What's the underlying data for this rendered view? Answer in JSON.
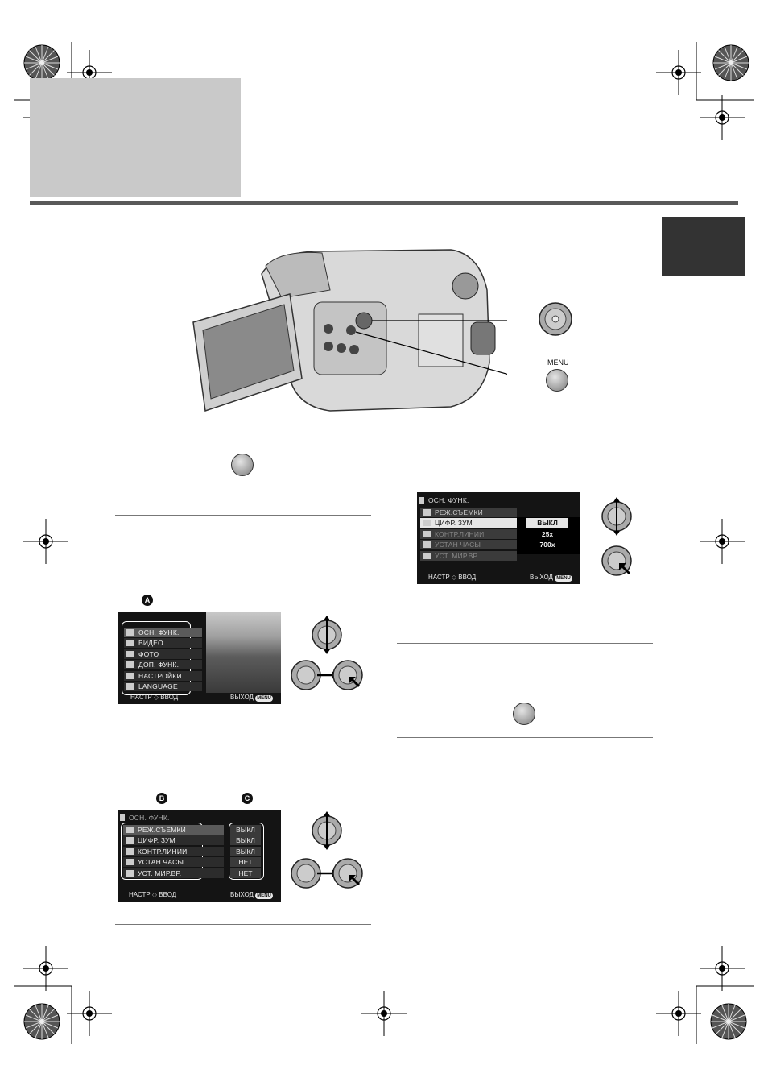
{
  "camera": {
    "menu_label": "MENU"
  },
  "markers": {
    "a": "A",
    "b": "B",
    "c": "C"
  },
  "screen_top_menu": {
    "items": [
      {
        "icon": "wrench-icon",
        "label": "ОСН. ФУНК."
      },
      {
        "icon": "video-icon",
        "label": "ВИДЕО"
      },
      {
        "icon": "camera-icon",
        "label": "ФОТО"
      },
      {
        "icon": "advanced-icon",
        "label": "ДОП. ФУНК."
      },
      {
        "icon": "setup-icon",
        "label": "НАСТРОЙКИ"
      },
      {
        "icon": "language-icon",
        "label": "LANGUAGE"
      }
    ],
    "footer_left": "НАСТР",
    "footer_enter": "ВВОД",
    "footer_exit": "ВЫХОД",
    "footer_menu_badge": "MENU"
  },
  "screen_submenu": {
    "header": "ОСН. ФУНК.",
    "items": [
      {
        "icon": "scn-icon",
        "label": "РЕЖ.СЪЕМКИ",
        "value": "ВЫКЛ"
      },
      {
        "icon": "zoom-icon",
        "label": "ЦИФР. ЗУМ",
        "value": "ВЫКЛ"
      },
      {
        "icon": "grid-icon",
        "label": "КОНТР.ЛИНИИ",
        "value": "ВЫКЛ"
      },
      {
        "icon": "clock-icon",
        "label": "УСТАН ЧАСЫ",
        "value": "НЕТ"
      },
      {
        "icon": "globe-icon",
        "label": "УСТ. МИР.ВР.",
        "value": "НЕТ"
      }
    ],
    "footer_left": "НАСТР",
    "footer_enter": "ВВОД",
    "footer_exit": "ВЫХОД",
    "footer_menu_badge": "MENU"
  },
  "screen_zoom": {
    "header": "ОСН. ФУНК.",
    "items": [
      {
        "icon": "scn-icon",
        "label": "РЕЖ.СЪЕМКИ"
      },
      {
        "icon": "zoom-icon",
        "label": "ЦИФР. ЗУМ"
      },
      {
        "icon": "grid-icon",
        "label": "КОНТР.ЛИНИИ"
      },
      {
        "icon": "clock-icon",
        "label": "УСТАН ЧАСЫ"
      },
      {
        "icon": "globe-icon",
        "label": "УСТ. МИР.ВР."
      }
    ],
    "options": [
      "ВЫКЛ",
      "25x",
      "700x"
    ],
    "footer_left": "НАСТР",
    "footer_enter": "ВВОД",
    "footer_exit": "ВЫХОД",
    "footer_menu_badge": "MENU"
  }
}
